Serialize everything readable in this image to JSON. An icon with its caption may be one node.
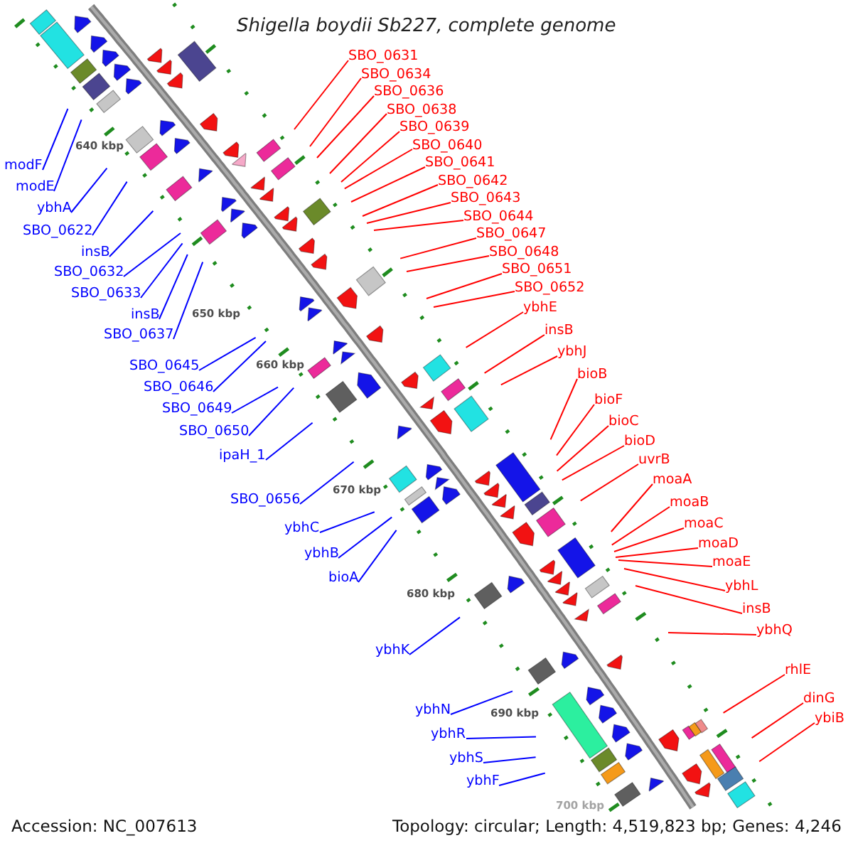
{
  "diagram": {
    "title": "Shigella boydii Sb227, complete genome",
    "nodes": [
      {
        "text": [
          "modF"
        ]
      },
      {
        "text": [
          "modE"
        ]
      },
      {
        "text": [
          "ybhA"
        ]
      },
      {
        "text": [
          "SBO_0622"
        ]
      },
      {
        "text": [
          "insB"
        ]
      },
      {
        "text": [
          "SBO_0632"
        ]
      },
      {
        "text": [
          "SBO_0633"
        ]
      },
      {
        "text": [
          "insB"
        ]
      },
      {
        "text": [
          "SBO_0637"
        ]
      },
      {
        "text": [
          "SBO_0645"
        ]
      },
      {
        "text": [
          "SBO_0646"
        ]
      },
      {
        "text": [
          "SBO_0649"
        ]
      },
      {
        "text": [
          "SBO_0650"
        ]
      },
      {
        "text": [
          "ipaH_1"
        ]
      },
      {
        "text": [
          "SBO_0656"
        ]
      },
      {
        "text": [
          "ybhC"
        ]
      },
      {
        "text": [
          "ybhB"
        ]
      },
      {
        "text": [
          "bioA"
        ]
      },
      {
        "text": [
          "ybhK"
        ]
      },
      {
        "text": [
          "ybhN"
        ]
      },
      {
        "text": [
          "ybhR"
        ]
      },
      {
        "text": [
          "ybhS"
        ]
      },
      {
        "text": [
          "ybhF"
        ]
      },
      {
        "text": [
          "SBO_0631"
        ]
      },
      {
        "text": [
          "SBO_0634"
        ]
      },
      {
        "text": [
          "SBO_0636"
        ]
      },
      {
        "text": [
          "SBO_0638"
        ]
      },
      {
        "text": [
          "SBO_0639"
        ]
      },
      {
        "text": [
          "SBO_0640"
        ]
      },
      {
        "text": [
          "SBO_0641"
        ]
      },
      {
        "text": [
          "SBO_0642"
        ]
      },
      {
        "text": [
          "SBO_0643"
        ]
      },
      {
        "text": [
          "SBO_0644"
        ]
      },
      {
        "text": [
          "SBO_0647"
        ]
      },
      {
        "text": [
          "SBO_0648"
        ]
      },
      {
        "text": [
          "SBO_0651"
        ]
      },
      {
        "text": [
          "SBO_0652"
        ]
      },
      {
        "text": [
          "ybhE"
        ]
      },
      {
        "text": [
          "insB"
        ]
      },
      {
        "text": [
          "ybhJ"
        ]
      },
      {
        "text": [
          "bioB"
        ]
      },
      {
        "text": [
          "bioF"
        ]
      },
      {
        "text": [
          "bioC"
        ]
      },
      {
        "text": [
          "bioD"
        ]
      },
      {
        "text": [
          "uvrB"
        ]
      },
      {
        "text": [
          "moaA"
        ]
      },
      {
        "text": [
          "moaB"
        ]
      },
      {
        "text": [
          "moaC"
        ]
      },
      {
        "text": [
          "moaD"
        ]
      },
      {
        "text": [
          "moaE"
        ]
      },
      {
        "text": [
          "ybhL"
        ]
      },
      {
        "text": [
          "insB"
        ]
      },
      {
        "text": [
          "ybhQ"
        ]
      },
      {
        "text": [
          "rhlE"
        ]
      },
      {
        "text": [
          "dinG"
        ]
      },
      {
        "text": [
          "ybiB"
        ]
      }
    ],
    "edges": [
      {
        "from": 0,
        "to": null,
        "arrow": "none",
        "color": "#0000ff"
      },
      {
        "from": 1,
        "to": null,
        "arrow": "none",
        "color": "#0000ff"
      },
      {
        "from": 2,
        "to": null,
        "arrow": "none",
        "color": "#0000ff"
      },
      {
        "from": 3,
        "to": null,
        "arrow": "none",
        "color": "#0000ff"
      },
      {
        "from": 4,
        "to": null,
        "arrow": "none",
        "color": "#0000ff"
      },
      {
        "from": 5,
        "to": null,
        "arrow": "none",
        "color": "#0000ff"
      },
      {
        "from": 6,
        "to": null,
        "arrow": "none",
        "color": "#0000ff"
      },
      {
        "from": 7,
        "to": null,
        "arrow": "none",
        "color": "#0000ff"
      },
      {
        "from": 8,
        "to": null,
        "arrow": "none",
        "color": "#0000ff"
      },
      {
        "from": 9,
        "to": null,
        "arrow": "none",
        "color": "#0000ff"
      },
      {
        "from": 10,
        "to": null,
        "arrow": "none",
        "color": "#0000ff"
      },
      {
        "from": 11,
        "to": null,
        "arrow": "none",
        "color": "#0000ff"
      },
      {
        "from": 12,
        "to": null,
        "arrow": "none",
        "color": "#0000ff"
      },
      {
        "from": 13,
        "to": null,
        "arrow": "none",
        "color": "#0000ff"
      },
      {
        "from": 14,
        "to": null,
        "arrow": "none",
        "color": "#0000ff"
      },
      {
        "from": 15,
        "to": null,
        "arrow": "none",
        "color": "#0000ff"
      },
      {
        "from": 16,
        "to": null,
        "arrow": "none",
        "color": "#0000ff"
      },
      {
        "from": 17,
        "to": null,
        "arrow": "none",
        "color": "#0000ff"
      },
      {
        "from": 18,
        "to": null,
        "arrow": "none",
        "color": "#0000ff"
      },
      {
        "from": 19,
        "to": null,
        "arrow": "none",
        "color": "#0000ff"
      },
      {
        "from": 20,
        "to": null,
        "arrow": "none",
        "color": "#0000ff"
      },
      {
        "from": 21,
        "to": null,
        "arrow": "none",
        "color": "#0000ff"
      },
      {
        "from": 22,
        "to": null,
        "arrow": "none",
        "color": "#0000ff"
      },
      {
        "from": 23,
        "to": null,
        "arrow": "none"
      },
      {
        "from": 24,
        "to": null,
        "arrow": "none"
      },
      {
        "from": 25,
        "to": null,
        "arrow": "none"
      },
      {
        "from": 26,
        "to": null,
        "arrow": "none"
      },
      {
        "from": 27,
        "to": null,
        "arrow": "none"
      },
      {
        "from": 28,
        "to": null,
        "arrow": "none"
      },
      {
        "from": 29,
        "to": null,
        "arrow": "none"
      },
      {
        "from": 30,
        "to": null,
        "arrow": "none"
      },
      {
        "from": 31,
        "to": null,
        "arrow": "none"
      },
      {
        "from": 32,
        "to": null,
        "arrow": "none"
      },
      {
        "from": 33,
        "to": null,
        "arrow": "none"
      },
      {
        "from": 34,
        "to": null,
        "arrow": "none"
      },
      {
        "from": 35,
        "to": null,
        "arrow": "none"
      },
      {
        "from": 36,
        "to": null,
        "arrow": "none"
      },
      {
        "from": 37,
        "to": null,
        "arrow": "none"
      },
      {
        "from": 38,
        "to": null,
        "arrow": "none"
      },
      {
        "from": 39,
        "to": null,
        "arrow": "none"
      },
      {
        "from": 40,
        "to": null,
        "arrow": "none"
      },
      {
        "from": 41,
        "to": null,
        "arrow": "none"
      },
      {
        "from": 42,
        "to": null,
        "arrow": "none"
      },
      {
        "from": 43,
        "to": null,
        "arrow": "none"
      },
      {
        "from": 44,
        "to": null,
        "arrow": "none"
      },
      {
        "from": 45,
        "to": null,
        "arrow": "none"
      },
      {
        "from": 46,
        "to": null,
        "arrow": "none"
      },
      {
        "from": 47,
        "to": null,
        "arrow": "none"
      },
      {
        "from": 48,
        "to": null,
        "arrow": "none"
      },
      {
        "from": 49,
        "to": null,
        "arrow": "none"
      },
      {
        "from": 50,
        "to": null,
        "arrow": "none"
      },
      {
        "from": 51,
        "to": null,
        "arrow": "none"
      },
      {
        "from": 52,
        "to": null,
        "arrow": "none"
      },
      {
        "from": 53,
        "to": null,
        "arrow": "none"
      },
      {
        "from": 54,
        "to": null,
        "arrow": "none"
      },
      {
        "from": 55,
        "to": null,
        "arrow": "none"
      }
    ],
    "labels": [
      "640 kbp",
      "650 kbp",
      "660 kbp",
      "670 kbp",
      "680 kbp",
      "690 kbp",
      "700 kbp",
      "Accession: NC_007613",
      "Topology: circular; Length: 4,519,823 bp; Genes: 4,246"
    ]
  }
}
